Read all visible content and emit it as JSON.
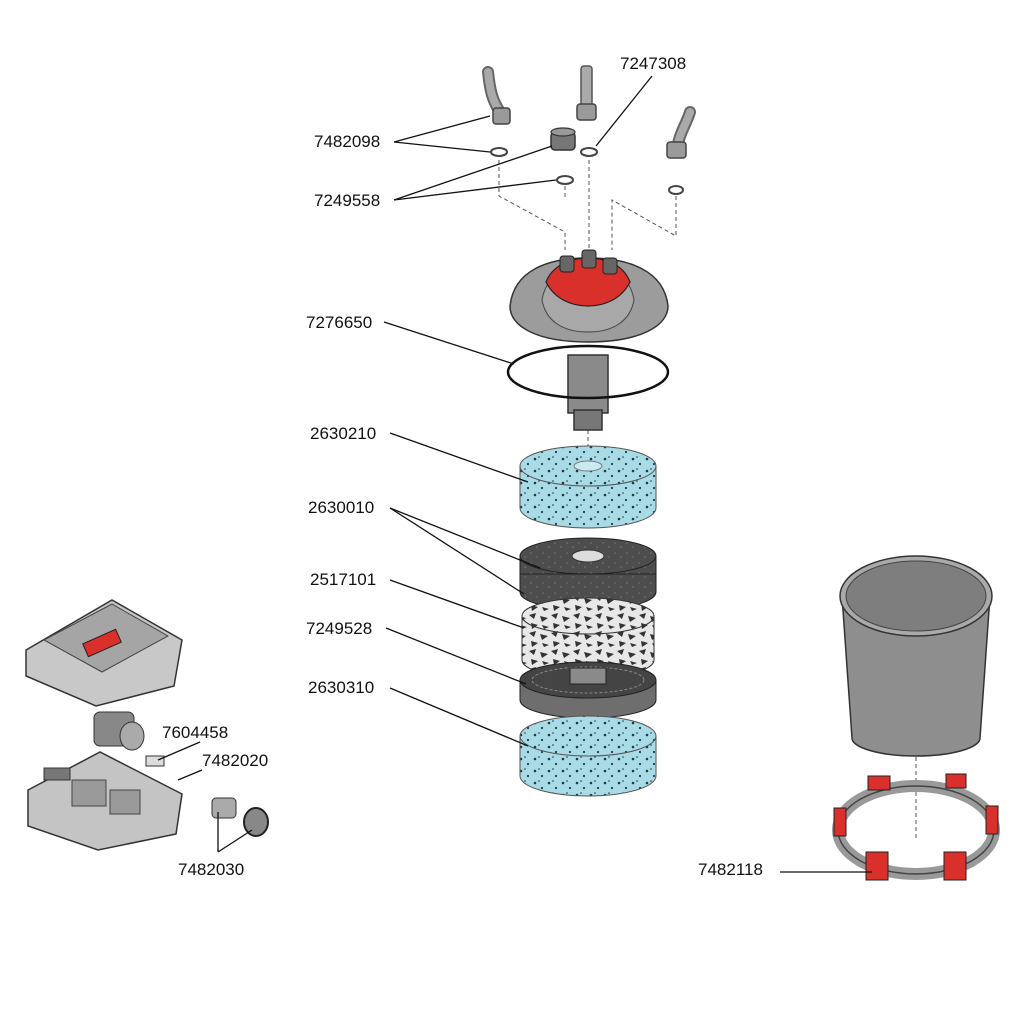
{
  "parts": {
    "p7247308": "7247308",
    "p7482098": "7482098",
    "p7249558": "7249558",
    "p7276650": "7276650",
    "p2630210": "2630210",
    "p2630010": "2630010",
    "p2517101": "2517101",
    "p7249528": "7249528",
    "p2630310": "2630310",
    "p7604458": "7604458",
    "p7482020": "7482020",
    "p7482030": "7482030",
    "p7482118": "7482118"
  },
  "colors": {
    "accent_red": "#d9302b",
    "body_grey": "#8e8e8e",
    "foam_blue": "#a8dbe6",
    "dark_foam": "#4a4a4a"
  }
}
